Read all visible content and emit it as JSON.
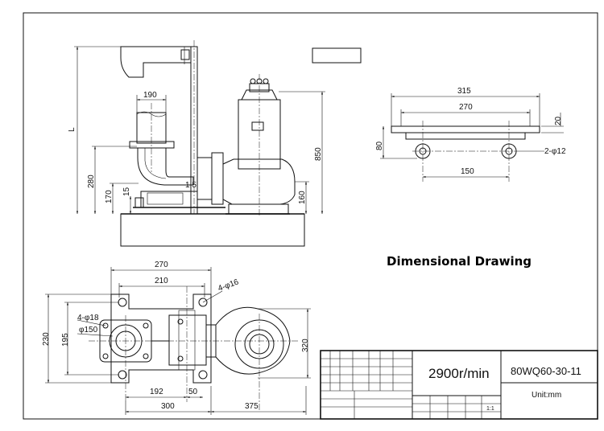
{
  "title": "Dimensional Drawing",
  "title_block": {
    "speed": "2900r/min",
    "model": "80WQ60-30-11",
    "unit": "Unit:mm",
    "scale": "1:1"
  },
  "side_view": {
    "dim_190": "190",
    "dim_L": "L",
    "dim_280": "280",
    "dim_170": "170",
    "dim_15": "15",
    "dim_1_5": "1.5",
    "dim_850": "850",
    "dim_160": "160"
  },
  "base_view": {
    "dim_315": "315",
    "dim_270": "270",
    "dim_20": "20",
    "dim_80": "80",
    "dim_2_phi12": "2-φ12",
    "dim_150": "150"
  },
  "plan_view": {
    "dim_270": "270",
    "dim_210": "210",
    "dim_4_phi16": "4-φ16",
    "dim_4_phi18": "4-φ18",
    "dim_phi150": "φ150",
    "dim_230": "230",
    "dim_195": "195",
    "dim_320": "320",
    "dim_192": "192",
    "dim_50": "50",
    "dim_300": "300",
    "dim_375": "375"
  }
}
